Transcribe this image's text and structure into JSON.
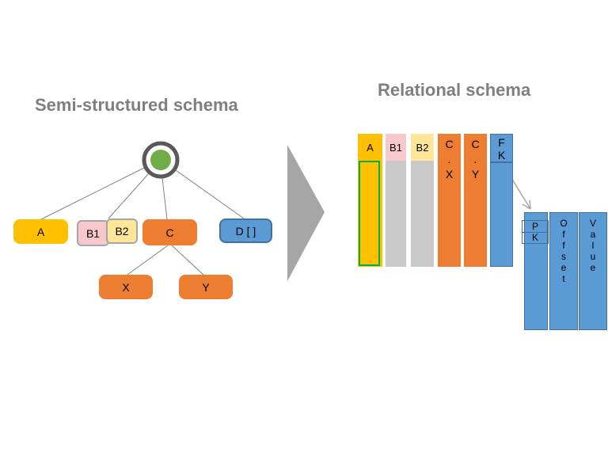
{
  "titles": {
    "left": "Semi-structured schema",
    "right": "Relational schema"
  },
  "tree": {
    "root_icon": "green-circle-root",
    "nodes": [
      {
        "id": "a",
        "label": "A",
        "color": "#FFC000"
      },
      {
        "id": "b1",
        "label": "B1",
        "color": "#F8C8CD"
      },
      {
        "id": "b2",
        "label": "B2",
        "color": "#FFE699"
      },
      {
        "id": "c",
        "label": "C",
        "color": "#ED7D31"
      },
      {
        "id": "d",
        "label": "D [ ]",
        "color": "#5B9BD5"
      },
      {
        "id": "x",
        "label": "X",
        "color": "#ED7D31"
      },
      {
        "id": "y",
        "label": "Y",
        "color": "#ED7D31"
      }
    ]
  },
  "relational": {
    "columns": [
      {
        "id": "a",
        "label": "A",
        "header_color": "#FFC000",
        "body_color": "#FFC000",
        "highlight_border": "#00B050"
      },
      {
        "id": "b1",
        "label": "B1",
        "header_color": "#F8C8CD",
        "body_color": "#C9C9C9"
      },
      {
        "id": "b2",
        "label": "B2",
        "header_color": "#FFE699",
        "body_color": "#C9C9C9"
      },
      {
        "id": "cx",
        "label": "C.X",
        "header_color": "#ED7D31",
        "body_color": "#ED7D31"
      },
      {
        "id": "cy",
        "label": "C.Y",
        "header_color": "#ED7D31",
        "body_color": "#ED7D31"
      },
      {
        "id": "fk",
        "label": "FK",
        "header_color": "#5B9BD5",
        "body_color": "#5B9BD5"
      }
    ],
    "value_table": {
      "pk": "PK",
      "offset": "Offset",
      "value": "Value"
    }
  },
  "colors": {
    "title_gray": "#7F7F7F",
    "edge_line_gray": "#808080",
    "transform_arrow_gray": "#A6A6A6",
    "root_green": "#70AD47",
    "root_ring_gray": "#595959",
    "blue_border": "#41719C",
    "gray_node_border": "#A6A6A6",
    "highlight_green": "#00B050"
  }
}
